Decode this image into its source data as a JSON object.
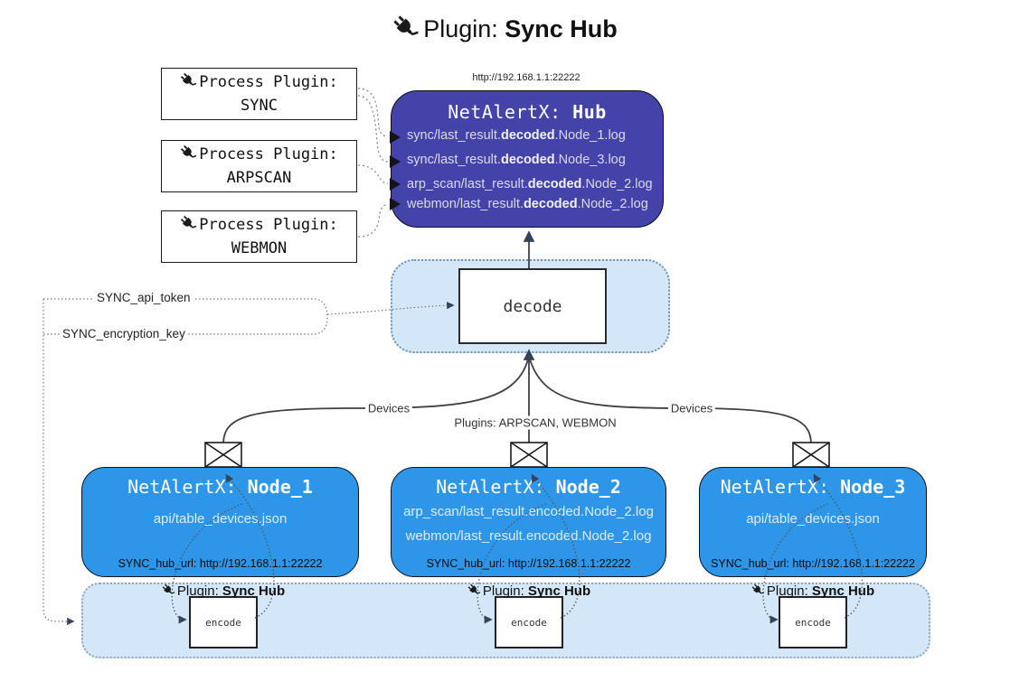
{
  "title": {
    "prefix": "Plugin: ",
    "name": "Sync Hub"
  },
  "process_plugins": [
    {
      "label": "Process Plugin:",
      "name": "SYNC"
    },
    {
      "label": "Process Plugin:",
      "name": "ARPSCAN"
    },
    {
      "label": "Process Plugin:",
      "name": "WEBMON"
    }
  ],
  "hub": {
    "url": "http://192.168.1.1:22222",
    "title_prefix": "NetAlertX: ",
    "title_name": "Hub",
    "lines": [
      {
        "pre": "sync/last_result.",
        "bold": "decoded",
        "post": ".Node_1.log"
      },
      {
        "pre": "sync/last_result.",
        "bold": "decoded",
        "post": ".Node_3.log"
      },
      {
        "pre": "arp_scan/last_result.",
        "bold": "decoded",
        "post": ".Node_2.log"
      },
      {
        "pre": "webmon/last_result.",
        "bold": "decoded",
        "post": ".Node_2.log"
      }
    ]
  },
  "decode_box": {
    "label": "decode"
  },
  "config": {
    "api_token": "SYNC_api_token",
    "encryption_key": "SYNC_encryption_key"
  },
  "edges": {
    "left": "Devices",
    "center": "Plugins: ARPSCAN, WEBMON",
    "right": "Devices"
  },
  "nodes": [
    {
      "title_prefix": "NetAlertX: ",
      "title_name": "Node_1",
      "lines": [
        "api/table_devices.json"
      ],
      "hub_url": "SYNC_hub_url: http://192.168.1.1:22222"
    },
    {
      "title_prefix": "NetAlertX: ",
      "title_name": "Node_2",
      "lines": [
        "arp_scan/last_result.encoded.Node_2.log",
        "webmon/last_result.encoded.Node_2.log"
      ],
      "hub_url": "SYNC_hub_url: http://192.168.1.1:22222"
    },
    {
      "title_prefix": "NetAlertX: ",
      "title_name": "Node_3",
      "lines": [
        "api/table_devices.json"
      ],
      "hub_url": "SYNC_hub_url: http://192.168.1.1:22222"
    }
  ],
  "encode_plugin": {
    "label_prefix": "Plugin: ",
    "label_name": "Sync Hub",
    "box_label": "encode"
  },
  "colors": {
    "hub_fill": "#4343a9",
    "node_fill": "#2e96e8",
    "panel_fill": "#d4e7f8",
    "line": "#404040",
    "arrow_dark": "#35445c"
  }
}
